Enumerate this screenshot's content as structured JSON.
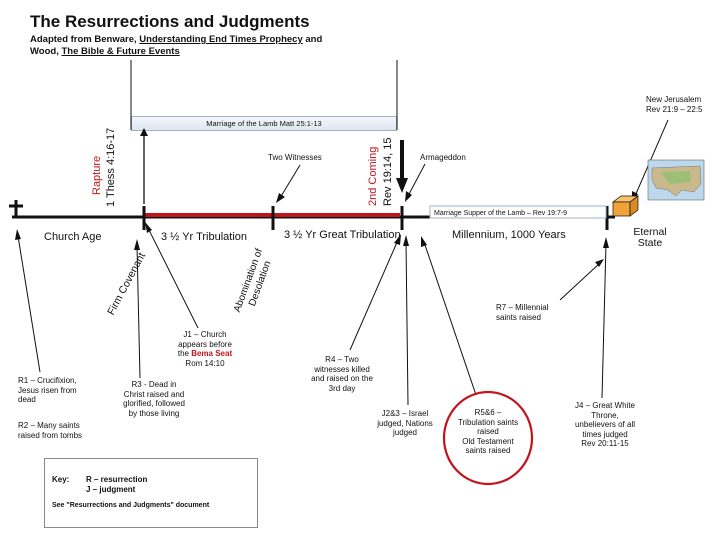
{
  "title": "The Resurrections and Judgments",
  "subtitle": {
    "line1_prefix": "Adapted from Benware, ",
    "line1_book": "Understanding End Times Prophecy",
    "line1_suffix": " and",
    "line2_prefix": "Wood, ",
    "line2_book": "The Bible & Future Events"
  },
  "banners": {
    "marriage_lamb": "Marriage of the Lamb    Matt 25:1-13",
    "marriage_supper": "Marriage Supper of the Lamb – Rev 19:7-9"
  },
  "vertical_labels": {
    "rapture_1": "Rapture",
    "rapture_2": "1 Thess 4:16-17",
    "second_coming_1": "2nd Coming",
    "second_coming_2": "Rev 19:14, 15",
    "firm_covenant": "Firm Covenant",
    "abomination_1": "Abomination of",
    "abomination_2": "Desolation"
  },
  "timeline": {
    "church_age": "Church Age",
    "tribulation": "3 ½ Yr Tribulation",
    "great_tribulation": "3 ½ Yr Great Tribulation",
    "millennium": "Millennium, 1000 Years",
    "eternal_state_1": "Eternal",
    "eternal_state_2": "State"
  },
  "events": {
    "two_witnesses": "Two Witnesses",
    "armageddon": "Armageddon",
    "new_jerusalem_1": "New Jerusalem",
    "new_jerusalem_2": "Rev 21:9 – 22:5"
  },
  "resurrections": {
    "r1": [
      "R1 – Crucifixion,",
      "Jesus risen from",
      "dead"
    ],
    "r2": [
      "R2 – Many saints",
      "raised from tombs"
    ],
    "r3": [
      "R3 - Dead in",
      "Christ raised and",
      "glorified, followed",
      "by those living"
    ],
    "j1_line1": "J1 – Church",
    "j1_line2": "appears before",
    "j1_line3_prefix": "the ",
    "j1_line3_red": "Bema Seat",
    "j1_line4": "Rom 14:10",
    "r4": [
      "R4 – Two",
      "witnesses killed",
      "and raised on the",
      "3rd day"
    ],
    "j2": [
      "J2&3 – Israel",
      "judged, Nations",
      "judged"
    ],
    "r5": [
      "R5&6 –",
      "Tribulation saints",
      "raised",
      "Old Testament",
      "saints raised"
    ],
    "r7": [
      "R7 – Millennial",
      "saints raised"
    ],
    "j4": [
      "J4 – Great White",
      "Throne,",
      "unbelievers of all",
      "times judged",
      "Rev 20:11-15"
    ]
  },
  "key": {
    "label": "Key:",
    "r": "R – resurrection",
    "j": "J – judgment",
    "see": "See \"Resurrections and Judgments\" document"
  },
  "colors": {
    "red": "#c0161b",
    "black": "#111111",
    "box": "#f2a23a"
  },
  "icons": [
    "cross-icon",
    "us-map-icon",
    "box-icon"
  ]
}
